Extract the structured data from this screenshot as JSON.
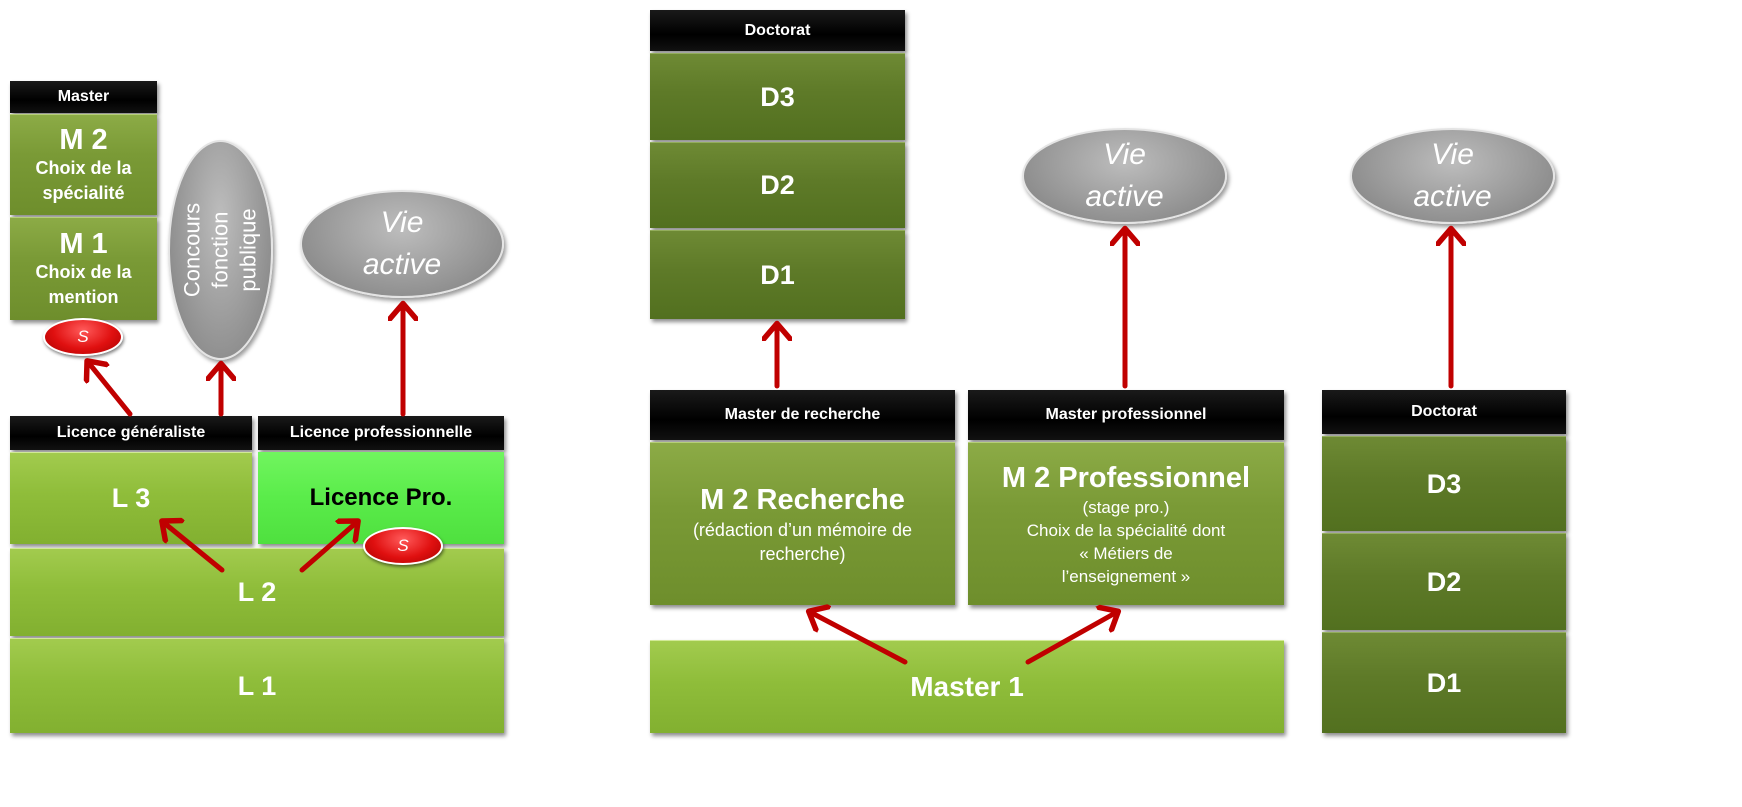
{
  "left": {
    "master": {
      "header": "Master",
      "m2_title": "M 2",
      "m2_sub": "Choix de la spécialité",
      "m1_title": "M 1",
      "m1_sub": "Choix de la mention"
    },
    "concours": "Concours fonction publique",
    "vie_active": {
      "line1": "Vie",
      "line2": "active"
    },
    "licence_gen": {
      "header": "Licence  généraliste",
      "l3": "L 3"
    },
    "licence_pro": {
      "header": "Licence professionnelle",
      "label": "Licence Pro."
    },
    "l2": "L 2",
    "l1": "L 1",
    "badge": "S"
  },
  "middle": {
    "doctorat": {
      "header": "Doctorat",
      "d3": "D3",
      "d2": "D2",
      "d1": "D1"
    },
    "vie_active": {
      "line1": "Vie",
      "line2": "active"
    },
    "master_recherche": {
      "header": "Master de recherche",
      "title": "M 2 Recherche",
      "desc": "(rédaction d’un mémoire de recherche)"
    },
    "master_pro": {
      "header": "Master professionnel",
      "title": "M 2 Professionnel",
      "line1": "(stage pro.)",
      "line2": "Choix de la spécialité dont « Métiers de l’enseignement »"
    },
    "master1": "Master 1"
  },
  "right": {
    "vie_active": {
      "line1": "Vie",
      "line2": "active"
    },
    "doctorat": {
      "header": "Doctorat",
      "d3": "D3",
      "d2": "D2",
      "d1": "D1"
    }
  },
  "colors": {
    "arrow": "#c00000",
    "header": "#000000",
    "olive": "#77963a",
    "lime": "#8fbd3a",
    "dark": "#5e7a28",
    "bright_green": "#5aec4a",
    "oval_grey": "#9a9a9a",
    "badge_red": "#e01010"
  }
}
